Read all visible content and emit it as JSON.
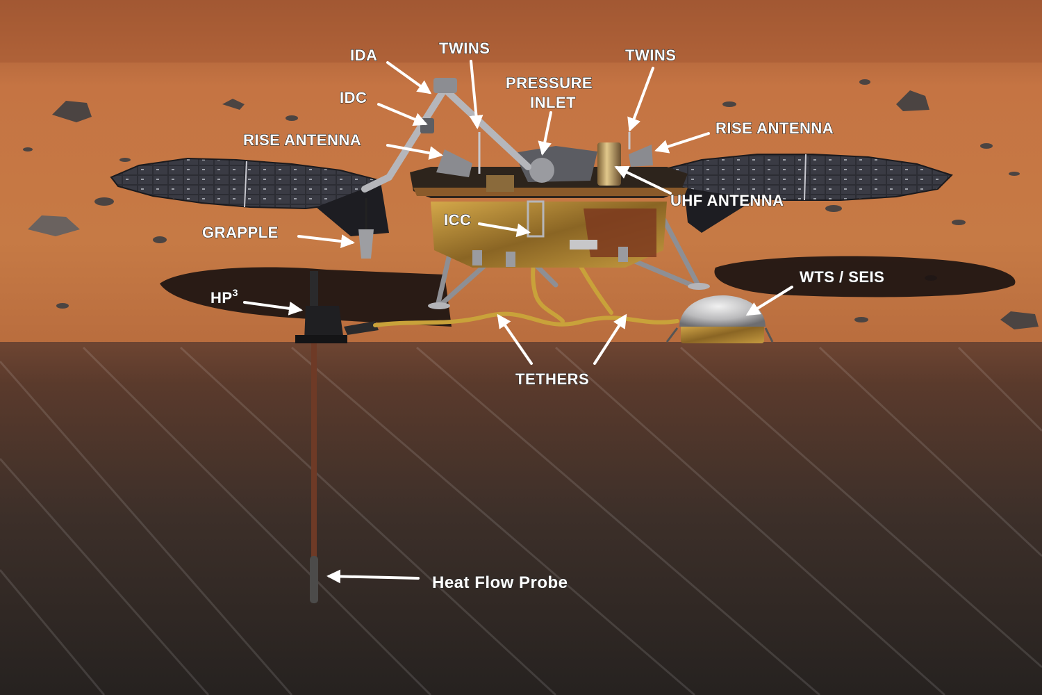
{
  "labels": {
    "ida": "IDA",
    "idc": "IDC",
    "twins_left": "TWINS",
    "pressure_inlet_1": "PRESSURE",
    "pressure_inlet_2": "INLET",
    "twins_right": "TWINS",
    "rise_antenna_left": "RISE ANTENNA",
    "rise_antenna_right": "RISE ANTENNA",
    "uhf_antenna": "UHF ANTENNA",
    "grapple": "GRAPPLE",
    "icc": "ICC",
    "wts_seis": "WTS / SEIS",
    "hp3_base": "HP",
    "hp3_sup": "3",
    "tethers": "TETHERS",
    "heat_flow_probe": "Heat Flow Probe"
  },
  "colors": {
    "sky_ground": "#b8643a",
    "ground_far": "#c9793f",
    "ground_near": "#b7683a",
    "subsurface_top": "#6b4331",
    "subsurface_bottom": "#2a2422",
    "shadow": "#1a1210",
    "solar_panel": "#2b2c33",
    "deck": "#3a2a1c",
    "gold_foil": "#b0862e",
    "tether": "#c9a23a",
    "label": "#ffffff"
  }
}
